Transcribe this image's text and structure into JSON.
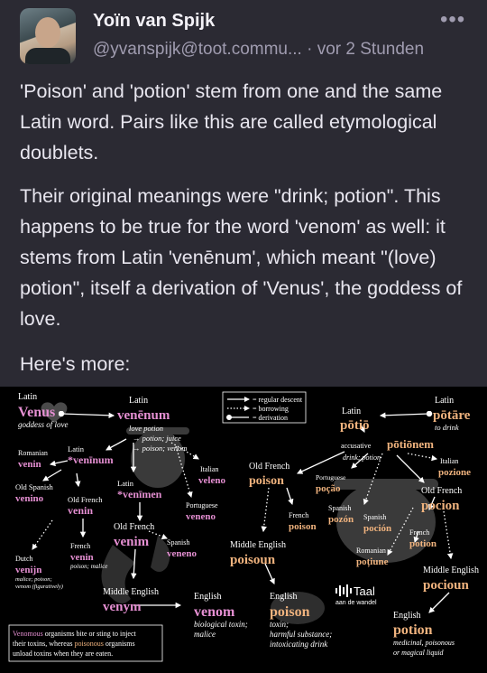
{
  "author": {
    "name": "Yoïn van Spijk",
    "handle": "@yvanspijk@toot.commu...",
    "separator": "·",
    "time": "vor 2 Stunden"
  },
  "icons": {
    "more": "more-dots-icon"
  },
  "post": {
    "paragraphs": [
      "'Poison' and 'potion' stem from one and the same Latin word. Pairs like this are called etymological doublets.",
      "Their original meanings were \"drink; potion\". This happens to be true for the word 'venom' as well: it stems from Latin 'venēnum', which meant \"(love) potion\", itself a derivation of 'Venus', the goddess of love.",
      "Here's more:"
    ]
  },
  "infographic": {
    "colors": {
      "background": "#000000",
      "pink": "#e58fd2",
      "orange": "#f0b37e",
      "text": "#ffffff"
    },
    "legend": {
      "regular": "= regular descent",
      "borrowing": "= borrowing",
      "derivation": "= derivation"
    },
    "venom": {
      "latin_venus_lang": "Latin",
      "latin_venus_word": "Venus",
      "latin_venus_gloss": "goddess of love",
      "latin_venenum_lang": "Latin",
      "latin_venenum_word": "venēnum",
      "latin_venenum_gloss1": "love potion",
      "latin_venenum_gloss2": "→ potion; juice",
      "latin_venenum_gloss3": "→ poison; venom",
      "latin_veninum_lang": "Latin",
      "latin_veninum_word": "*venīnum",
      "latin_venimen_lang": "Latin",
      "latin_venimen_word": "*venīmen",
      "romanian_lang": "Romanian",
      "romanian_word": "venin",
      "italian_lang": "Italian",
      "italian_word": "veleno",
      "old_spanish_lang": "Old Spanish",
      "old_spanish_word": "venino",
      "old_french1_lang": "Old French",
      "old_french1_word": "venin",
      "portuguese_lang": "Portuguese",
      "portuguese_word": "veneno",
      "old_french2_lang": "Old French",
      "old_french2_word": "venim",
      "french_lang": "French",
      "french_word": "venin",
      "french_gloss": "poison; malice",
      "spanish_lang": "Spanish",
      "spanish_word": "veneno",
      "dutch_lang": "Dutch",
      "dutch_word": "venijn",
      "dutch_gloss1": "malice; poison;",
      "dutch_gloss2": "venom (figuratively)",
      "middle_english_lang": "Middle English",
      "middle_english_word": "venym",
      "english_lang": "English",
      "english_word": "venom",
      "english_gloss1": "biological toxin;",
      "english_gloss2": "malice"
    },
    "footnote": {
      "a": "Venomous",
      "b": " organisms bite or sting to inject",
      "c": "their toxins, whereas ",
      "d": "poisonous",
      "e": " organisms",
      "f": "unload toxins when they are eaten."
    },
    "potion": {
      "latin_potare_lang": "Latin",
      "latin_potare_word": "pōtāre",
      "latin_potare_gloss": "to drink",
      "latin_potio_lang": "Latin",
      "latin_potio_word": "pōtiō",
      "accusative_label": "accusative",
      "accusative_word": "pōtiōnem",
      "accusative_gloss": "drink; potion",
      "italian_lang": "Italian",
      "italian_word": "pozione",
      "old_french_poison_lang": "Old French",
      "old_french_poison_word": "poison",
      "portuguese_lang": "Portuguese",
      "portuguese_word": "poção",
      "old_french_pocion_lang": "Old French",
      "old_french_pocion_word": "pocion",
      "french_poison_lang": "French",
      "french_poison_word": "poison",
      "spanish1_lang": "Spanish",
      "spanish1_word": "pozón",
      "spanish2_lang": "Spanish",
      "spanish2_word": "poción",
      "french_potion_lang": "French",
      "french_potion_word": "potion",
      "romanian_lang": "Romanian",
      "romanian_word": "poțiune",
      "middle_english_poisoun_lang": "Middle English",
      "middle_english_poisoun_word": "poisoun",
      "middle_english_pocioun_lang": "Middle English",
      "middle_english_pocioun_word": "pocioun",
      "english_poison_lang": "English",
      "english_poison_word": "poison",
      "english_poison_gloss1": "toxin;",
      "english_poison_gloss2": "harmful substance;",
      "english_poison_gloss3": "intoxicating drink",
      "english_potion_lang": "English",
      "english_potion_word": "potion",
      "english_potion_gloss1": "medicinal, poisonous",
      "english_potion_gloss2": "or magical liquid"
    },
    "brand": {
      "name": "Taal",
      "sub": "aan de wandel"
    }
  }
}
